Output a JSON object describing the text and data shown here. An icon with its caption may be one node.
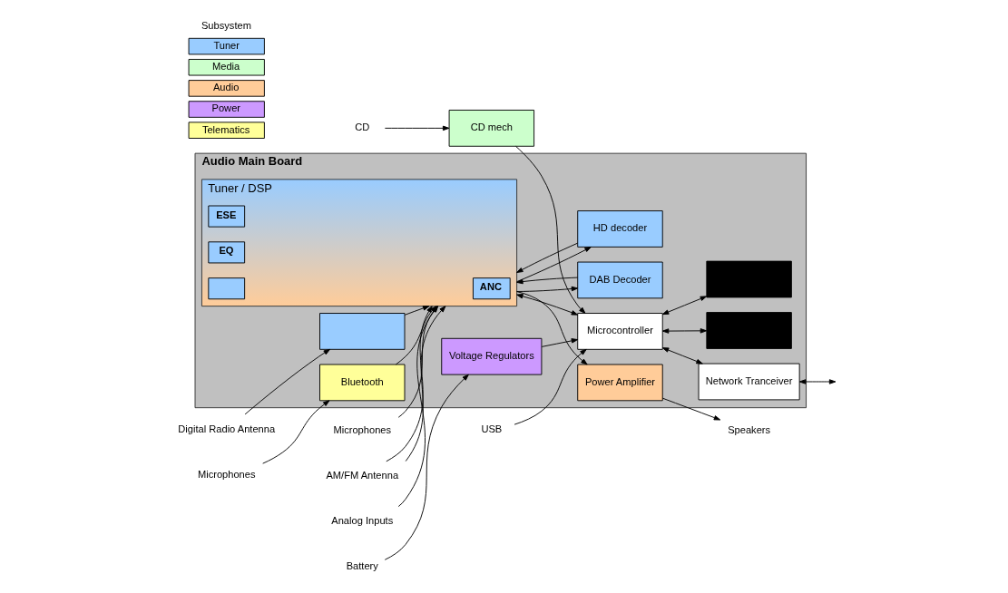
{
  "diagram": {
    "nodes": [
      {
        "text": [
          "Audio Main Board"
        ]
      },
      {
        "text": [
          "Tuner / DSP"
        ],
        "in": 0
      },
      {
        "text": [
          "ANC"
        ],
        "in": 1
      },
      {
        "text": [
          "ESE"
        ],
        "in": 1
      },
      {
        "text": [
          "EQ"
        ],
        "in": 1
      },
      {
        "text": [],
        "shape": "box",
        "in": 1
      },
      {
        "text": [
          "HD decoder"
        ],
        "in": 0
      },
      {
        "text": [
          "DAB Decoder"
        ],
        "in": 0
      },
      {
        "text": [],
        "shape": "box",
        "in": 0
      },
      {
        "text": [
          "Bluetooth"
        ],
        "in": 0
      },
      {
        "text": [
          "Power Amplifier"
        ],
        "in": 0
      },
      {
        "text": [
          "Microcontroller"
        ],
        "in": 0
      },
      {
        "text": [
          "Network Tranceiver"
        ],
        "in": 0
      },
      {
        "text": [],
        "shape": "box",
        "in": 0
      },
      {
        "text": [],
        "shape": "box",
        "in": 0
      },
      {
        "text": [
          "Voltage Regulators"
        ],
        "in": 0
      },
      {
        "text": [
          "CD mech"
        ]
      },
      {
        "text": [
          "Microphones"
        ]
      },
      {
        "text": [
          "AM/FM Antenna"
        ]
      },
      {
        "text": [
          "Digital Radio Antenna"
        ]
      },
      {
        "text": [
          "Analog Inputs"
        ]
      },
      {
        "text": [
          "Microphones"
        ]
      },
      {
        "text": [
          "CD"
        ]
      },
      {
        "text": [
          "USB"
        ]
      },
      {
        "text": [
          "Battery"
        ]
      },
      {
        "text": [
          "Speakers"
        ]
      }
    ],
    "edges": [
      {
        "from": 17,
        "to": 1,
        "arrow": "to"
      },
      {
        "from": 18,
        "to": 1,
        "arrow": "to"
      },
      {
        "from": 18,
        "to": 1,
        "arrow": "to"
      },
      {
        "from": 19,
        "to": 8,
        "arrow": "to"
      },
      {
        "from": 8,
        "to": 1,
        "arrow": "to"
      },
      {
        "from": 20,
        "to": 1,
        "arrow": "to"
      },
      {
        "from": 21,
        "to": 9,
        "arrow": "to"
      },
      {
        "from": 9,
        "to": 1,
        "arrow": "to"
      },
      {
        "from": 1,
        "to": 6,
        "arrow": "to"
      },
      {
        "from": 6,
        "to": 1,
        "arrow": "to"
      },
      {
        "from": 1,
        "to": 7,
        "arrow": "to"
      },
      {
        "from": 7,
        "to": 1,
        "arrow": "to"
      },
      {
        "from": 1,
        "to": 10,
        "arrow": "to"
      },
      {
        "from": 10,
        "to": 25,
        "arrow": "to"
      },
      {
        "from": 1,
        "to": 11,
        "arrow": "both"
      },
      {
        "from": 22,
        "to": 16,
        "arrow": "to"
      },
      {
        "from": 16,
        "to": 11,
        "arrow": "to"
      },
      {
        "from": 23,
        "to": 11,
        "arrow": "to"
      },
      {
        "from": 24,
        "to": 15,
        "arrow": "to"
      },
      {
        "from": 15,
        "to": 11,
        "arrow": "to"
      },
      {
        "from": 11,
        "to": 12,
        "arrow": "both"
      },
      {
        "from": 12,
        "to": null,
        "arrow": "both"
      },
      {
        "from": 11,
        "to": 13,
        "arrow": "both"
      },
      {
        "from": 11,
        "to": 14,
        "arrow": "both"
      }
    ],
    "labels": [
      "Subsystem"
    ],
    "legend": [
      {
        "text": "Tuner",
        "color": "#99ccff"
      },
      {
        "text": "Media",
        "color": "#ccffcc"
      },
      {
        "text": "Audio",
        "color": "#ffcc99"
      },
      {
        "text": "Power",
        "color": "#cc99ff"
      },
      {
        "text": "Telematics",
        "color": "#ffff99"
      }
    ]
  }
}
